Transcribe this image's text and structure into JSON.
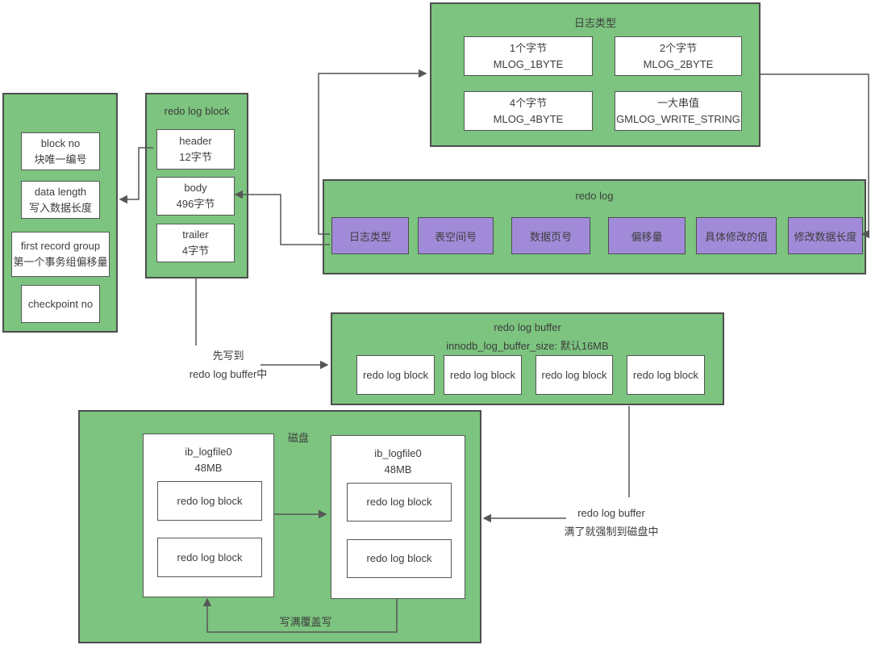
{
  "colors": {
    "green": "#7cc47f",
    "purple": "#a18bd9",
    "box_border": "#4e4e4e",
    "line": "#575757",
    "text": "#3d3d3d"
  },
  "log_type_panel": {
    "title": "日志类型",
    "items": [
      {
        "line1": "1个字节",
        "line2": "MLOG_1BYTE"
      },
      {
        "line1": "2个字节",
        "line2": "MLOG_2BYTE"
      },
      {
        "line1": "4个字节",
        "line2": "MLOG_4BYTE"
      },
      {
        "line1": "一大串值",
        "line2": "GMLOG_WRITE_STRING"
      }
    ]
  },
  "redo_log_panel": {
    "title": "redo log",
    "fields": [
      "日志类型",
      "表空间号",
      "数据页号",
      "偏移量",
      "具体修改的值",
      "修改数据长度"
    ]
  },
  "block_fields_panel": {
    "items": [
      {
        "line1": "block no",
        "line2": "块唯一编号"
      },
      {
        "line1": "data length",
        "line2": "写入数据长度"
      },
      {
        "line1": "first record group",
        "line2": "第一个事务组偏移量"
      },
      {
        "line1": "checkpoint no"
      }
    ]
  },
  "redo_log_block_panel": {
    "title": "redo log block",
    "items": [
      {
        "line1": "header",
        "line2": "12字节"
      },
      {
        "line1": "body",
        "line2": "496字节"
      },
      {
        "line1": "trailer",
        "line2": "4字节"
      }
    ]
  },
  "redo_log_buffer_panel": {
    "title": "redo log buffer",
    "subtitle": "innodb_log_buffer_size: 默认16MB",
    "blocks": [
      "redo log block",
      "redo log block",
      "redo log block",
      "redo log block"
    ]
  },
  "disk_panel": {
    "title": "磁盘",
    "overwrite_label": "写满覆盖写",
    "files": [
      {
        "name": "ib_logfile0",
        "size": "48MB",
        "blocks": [
          "redo log block",
          "redo log block"
        ]
      },
      {
        "name": "ib_logfile0",
        "size": "48MB",
        "blocks": [
          "redo log block",
          "redo log block"
        ]
      }
    ]
  },
  "annotations": {
    "to_buffer": {
      "line1": "先写到",
      "line2": "redo log buffer中"
    },
    "flush_to_disk": {
      "line1": "redo log buffer",
      "line2": "满了就强制到磁盘中"
    }
  }
}
